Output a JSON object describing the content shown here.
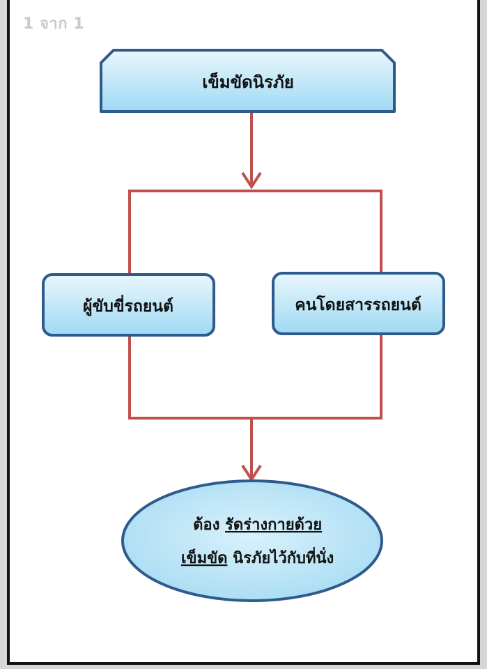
{
  "page_indicator": "1 จาก 1",
  "colors": {
    "box_fill_top": "#e9f7fd",
    "box_fill_bottom": "#9fd9f3",
    "box_stroke": "#2e5a8c",
    "connector": "#c0504d",
    "page_bg": "#ffffff",
    "page_border": "#111111"
  },
  "diagram": {
    "top_node": "เข็มขัดนิรภัย",
    "left_node": "ผู้ขับขี่รถยนต์",
    "right_node": "คนโดยสารรถยนต์",
    "bottom_node": {
      "line1_prefix": "ต้อง ",
      "line1_emphasis": "รัดร่างกายด้วย",
      "line2_emphasis": "เข็มขัด",
      "line2_suffix": " นิรภัยไว้กับที่นั่ง"
    }
  }
}
